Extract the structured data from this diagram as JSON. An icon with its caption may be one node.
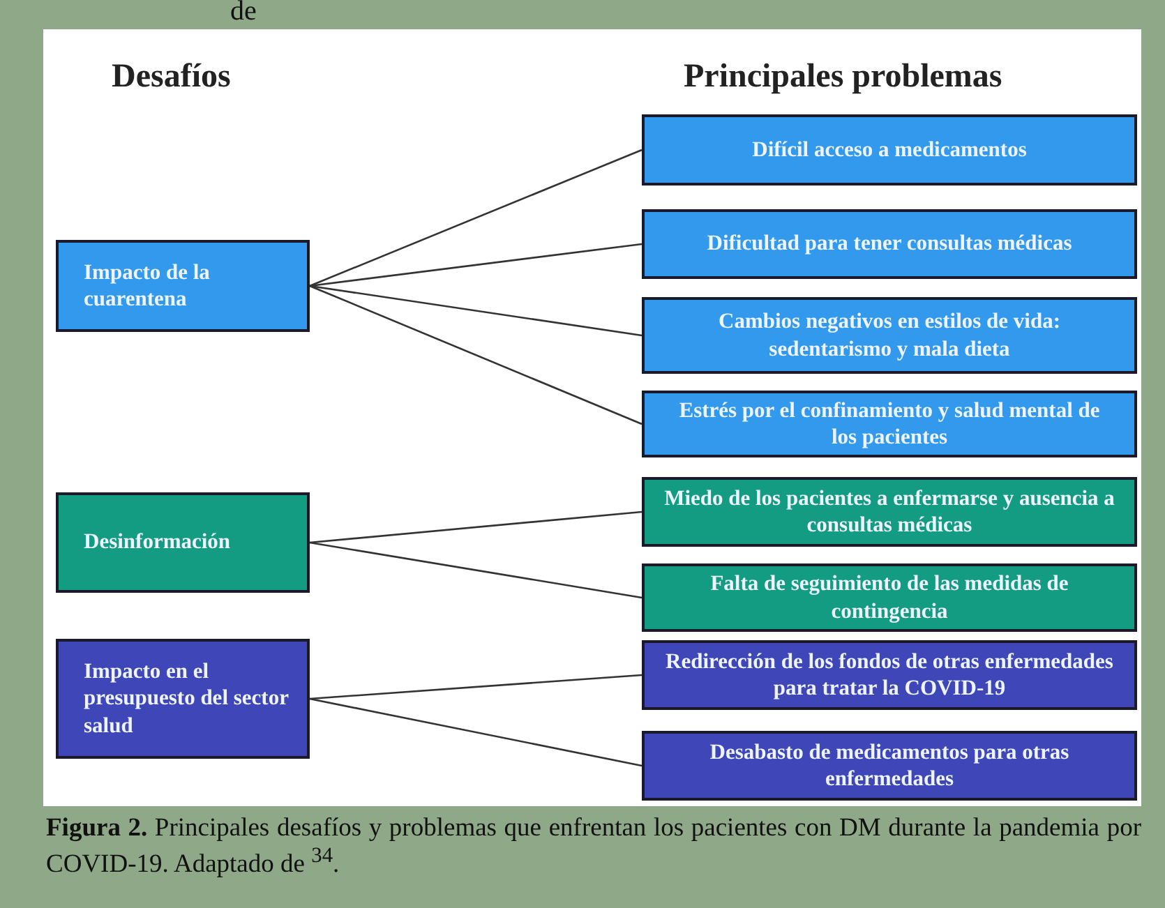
{
  "diagram": {
    "caption": "**Figura 2.** Principales desafíos y problemas que enfrentan los pacientes con DM durante la pandemia por COVID-19. Adaptado de $^{34}$.",
    "nodes": [
      {
        "text": [
          "Impacto de la cuarentena"
        ]
      },
      {
        "text": [
          "Desinformación"
        ]
      },
      {
        "text": [
          "Impacto en el presupuesto del sector salud"
        ]
      },
      {
        "text": [
          "Difícil acceso a medicamentos"
        ]
      },
      {
        "text": [
          "Dificultad para tener consultas médicas"
        ]
      },
      {
        "text": [
          "Cambios negativos en estilos de vida: sedentarismo y mala dieta"
        ]
      },
      {
        "text": [
          "Estrés por el confinamiento y salud mental de los pacientes"
        ]
      },
      {
        "text": [
          "Miedo de los pacientes a enfermarse y ausencia a consultas médicas"
        ]
      },
      {
        "text": [
          "Falta de seguimiento de las medidas de contingencia"
        ]
      },
      {
        "text": [
          "Redirección de los fondos de otras enfermedades para tratar la COVID-19"
        ]
      },
      {
        "text": [
          "Desabasto de medicamentos para otras enfermedades"
        ]
      }
    ],
    "edges": [
      {
        "from": 0,
        "to": 3,
        "arrow": "none"
      },
      {
        "from": 0,
        "to": 4,
        "arrow": "none"
      },
      {
        "from": 0,
        "to": 5,
        "arrow": "none"
      },
      {
        "from": 0,
        "to": 6,
        "arrow": "none"
      },
      {
        "from": 1,
        "to": 7,
        "arrow": "none"
      },
      {
        "from": 1,
        "to": 8,
        "arrow": "none"
      },
      {
        "from": 2,
        "to": 9,
        "arrow": "none"
      },
      {
        "from": 2,
        "to": 10,
        "arrow": "none"
      }
    ],
    "labels": [
      "de",
      "Desafíos",
      "Principales problemas"
    ]
  }
}
